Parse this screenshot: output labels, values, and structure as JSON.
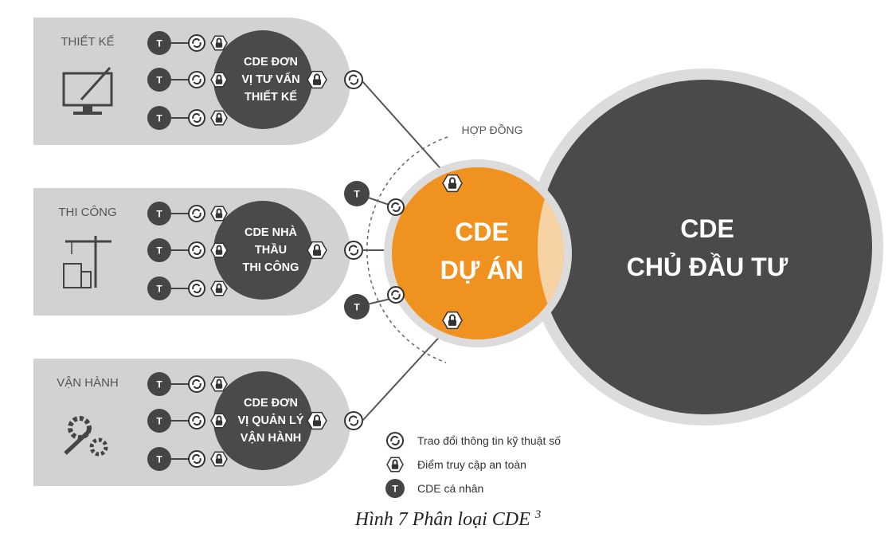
{
  "colors": {
    "panel_bg": "#d2d2d2",
    "dark_circle": "#4a4a4a",
    "orange": "#f0921f",
    "overlap": "#f6d2a4",
    "outer_ring": "#dcdcdc",
    "line": "#555555"
  },
  "groups": [
    {
      "label": "THIẾT KẾ",
      "icon": "monitor-pen-icon",
      "cde_lines": [
        "CDE ĐƠN",
        "VỊ TƯ VẤN",
        "THIẾT KẾ"
      ]
    },
    {
      "label": "THI CÔNG",
      "icon": "crane-icon",
      "cde_lines": [
        "CDE NHÀ",
        "THẦU",
        "THI CÔNG"
      ]
    },
    {
      "label": "VẬN HÀNH",
      "icon": "gears-wrench-icon",
      "cde_lines": [
        "CDE ĐƠN",
        "VỊ QUẢN LÝ",
        "VẬN HÀNH"
      ]
    }
  ],
  "personal_cde_letter": "T",
  "contract_label": "HỢP ĐỒNG",
  "project_cde": [
    "CDE",
    "DỰ ÁN"
  ],
  "owner_cde": [
    "CDE",
    "CHỦ ĐẦU TƯ"
  ],
  "legend": [
    {
      "icon": "exchange-icon",
      "text": "Trao đổi thông tin kỹ thuật số"
    },
    {
      "icon": "lock-icon",
      "text": "Điểm truy cập an toàn"
    },
    {
      "icon": "t-circle-icon",
      "text": "CDE cá nhân"
    }
  ],
  "caption": {
    "text": "Hình 7 Phân loại CDE ",
    "superscript": "3"
  }
}
